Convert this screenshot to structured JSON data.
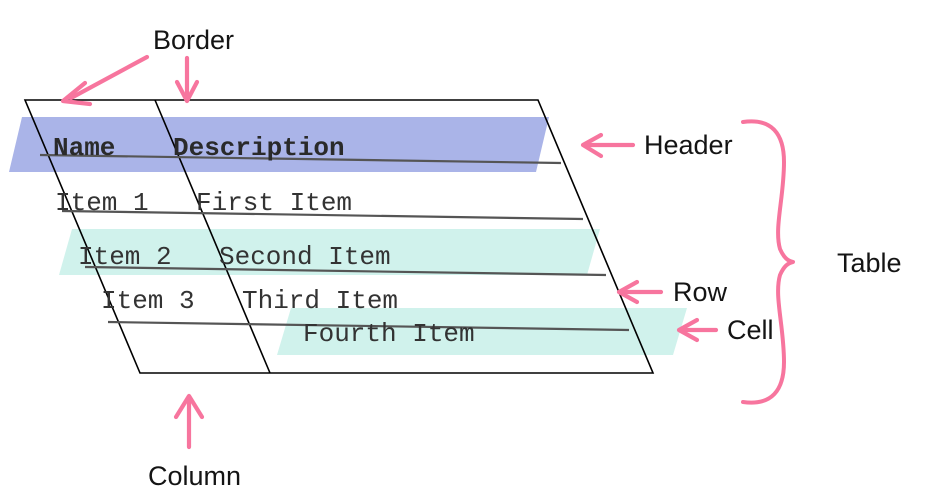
{
  "title": "Table anatomy diagram",
  "colors": {
    "header_fill": "#aab4e8",
    "row_fill": "#d0f2ec",
    "cell_fill": "#d0f2ec",
    "annotation": "#f7759e",
    "border": "#000000",
    "rule": "#555555",
    "text": "#333333",
    "label_text": "#141414",
    "background": "#ffffff"
  },
  "table": {
    "columns": [
      "Name",
      "Description"
    ],
    "rows": [
      {
        "name": "Item 1",
        "description": "First Item"
      },
      {
        "name": "Item 2",
        "description": "Second Item"
      },
      {
        "name": "Item 3",
        "description": "Third Item"
      },
      {
        "name": "",
        "description": ""
      }
    ],
    "floating_cell": "Fourth Item",
    "highlighted": {
      "header": "Name / Description",
      "row": "Item 2 / Second Item",
      "cell": "Fourth Item"
    }
  },
  "annotations": {
    "border": "Border",
    "header": "Header",
    "table": "Table",
    "row": "Row",
    "cell": "Cell",
    "column": "Column"
  }
}
